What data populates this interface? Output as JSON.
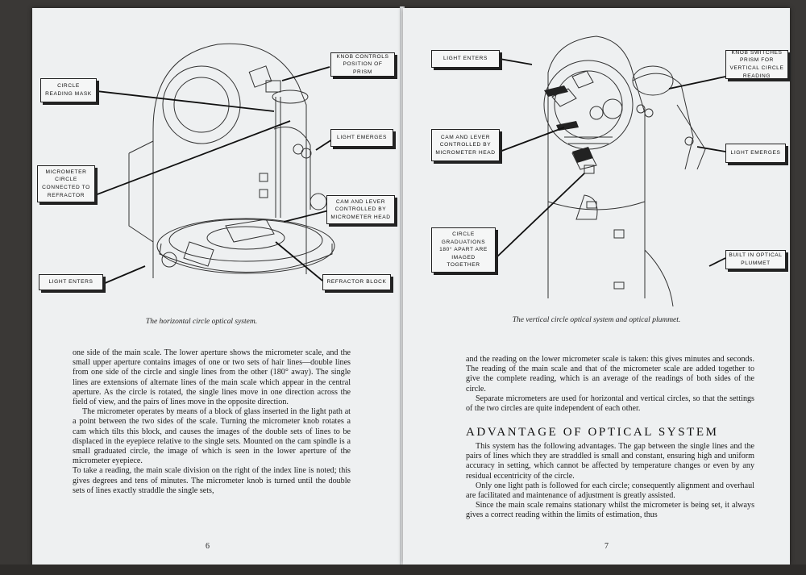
{
  "left_page": {
    "callouts": {
      "knob_prism": "KNOB CONTROLS POSITION OF PRISM",
      "circle_mask": "CIRCLE READING MASK",
      "light_emerges": "LIGHT EMERGES",
      "micrometer_circle": "MICROMETER CIRCLE CONNECTED TO REFRACTOR",
      "cam_lever": "CAM AND LEVER CONTROLLED BY MICROMETER HEAD",
      "light_enters": "LIGHT ENTERS",
      "refractor_block": "REFRACTOR BLOCK"
    },
    "caption": "The horizontal circle optical system.",
    "paragraphs": [
      "one side of the main scale. The lower aperture shows the micrometer scale, and the small upper aperture contains images of one or two sets of hair lines—double lines from one side of the circle and single lines from the other (180° away). The single lines are extensions of alternate lines of the main scale which appear in the central aperture. As the circle is rotated, the single lines move in one direction across the field of view, and the pairs of lines move in the opposite direction.",
      "The micrometer operates by means of a block of glass inserted in the light path at a point between the two sides of the scale. Turning the micrometer knob rotates a cam which tilts this block, and causes the images of the double sets of lines to be displaced in the eyepiece relative to the single sets. Mounted on the cam spindle is a small graduated circle, the image of which is seen in the lower aperture of the micrometer eyepiece.",
      "To take a reading, the main scale division on the right of the index line is noted; this gives degrees and tens of minutes. The micrometer knob is turned until the double sets of lines exactly straddle the single sets,"
    ],
    "page_number": "6"
  },
  "right_page": {
    "callouts": {
      "light_enters": "LIGHT ENTERS",
      "knob_switches": "KNOB SWITCHES PRISM FOR VERTICAL CIRCLE READING",
      "cam_lever": "CAM AND LEVER CONTROLLED BY MICROMETER HEAD",
      "light_emerges": "LIGHT EMERGES",
      "circle_graduations": "CIRCLE GRADUATIONS 180° APART ARE IMAGED TOGETHER",
      "built_in_plummet": "BUILT IN OPTICAL PLUMMET"
    },
    "caption": "The vertical circle optical system and optical plummet.",
    "paragraphs": [
      "and the reading on the lower micrometer scale is taken: this gives minutes and seconds. The reading of the main scale and that of the micrometer scale are added together to give the complete reading, which is an average of the readings of both sides of the circle.",
      "Separate micrometers are used for horizontal and vertical circles, so that the settings of the two circles are quite independent of each other."
    ],
    "heading": "ADVANTAGE OF OPTICAL SYSTEM",
    "paragraphs_after": [
      "This system has the following advantages. The gap between the single lines and the pairs of lines which they are straddled is small and constant, ensuring high and uniform accuracy in setting, which cannot be affected by temperature changes or even by any residual eccentricity of the circle.",
      "Only one light path is followed for each circle; consequently alignment and overhaul are facilitated and maintenance of adjustment is greatly assisted.",
      "Since the main scale remains stationary whilst the micrometer is being set, it always gives a correct reading within the limits of estimation, thus"
    ],
    "page_number": "7"
  }
}
